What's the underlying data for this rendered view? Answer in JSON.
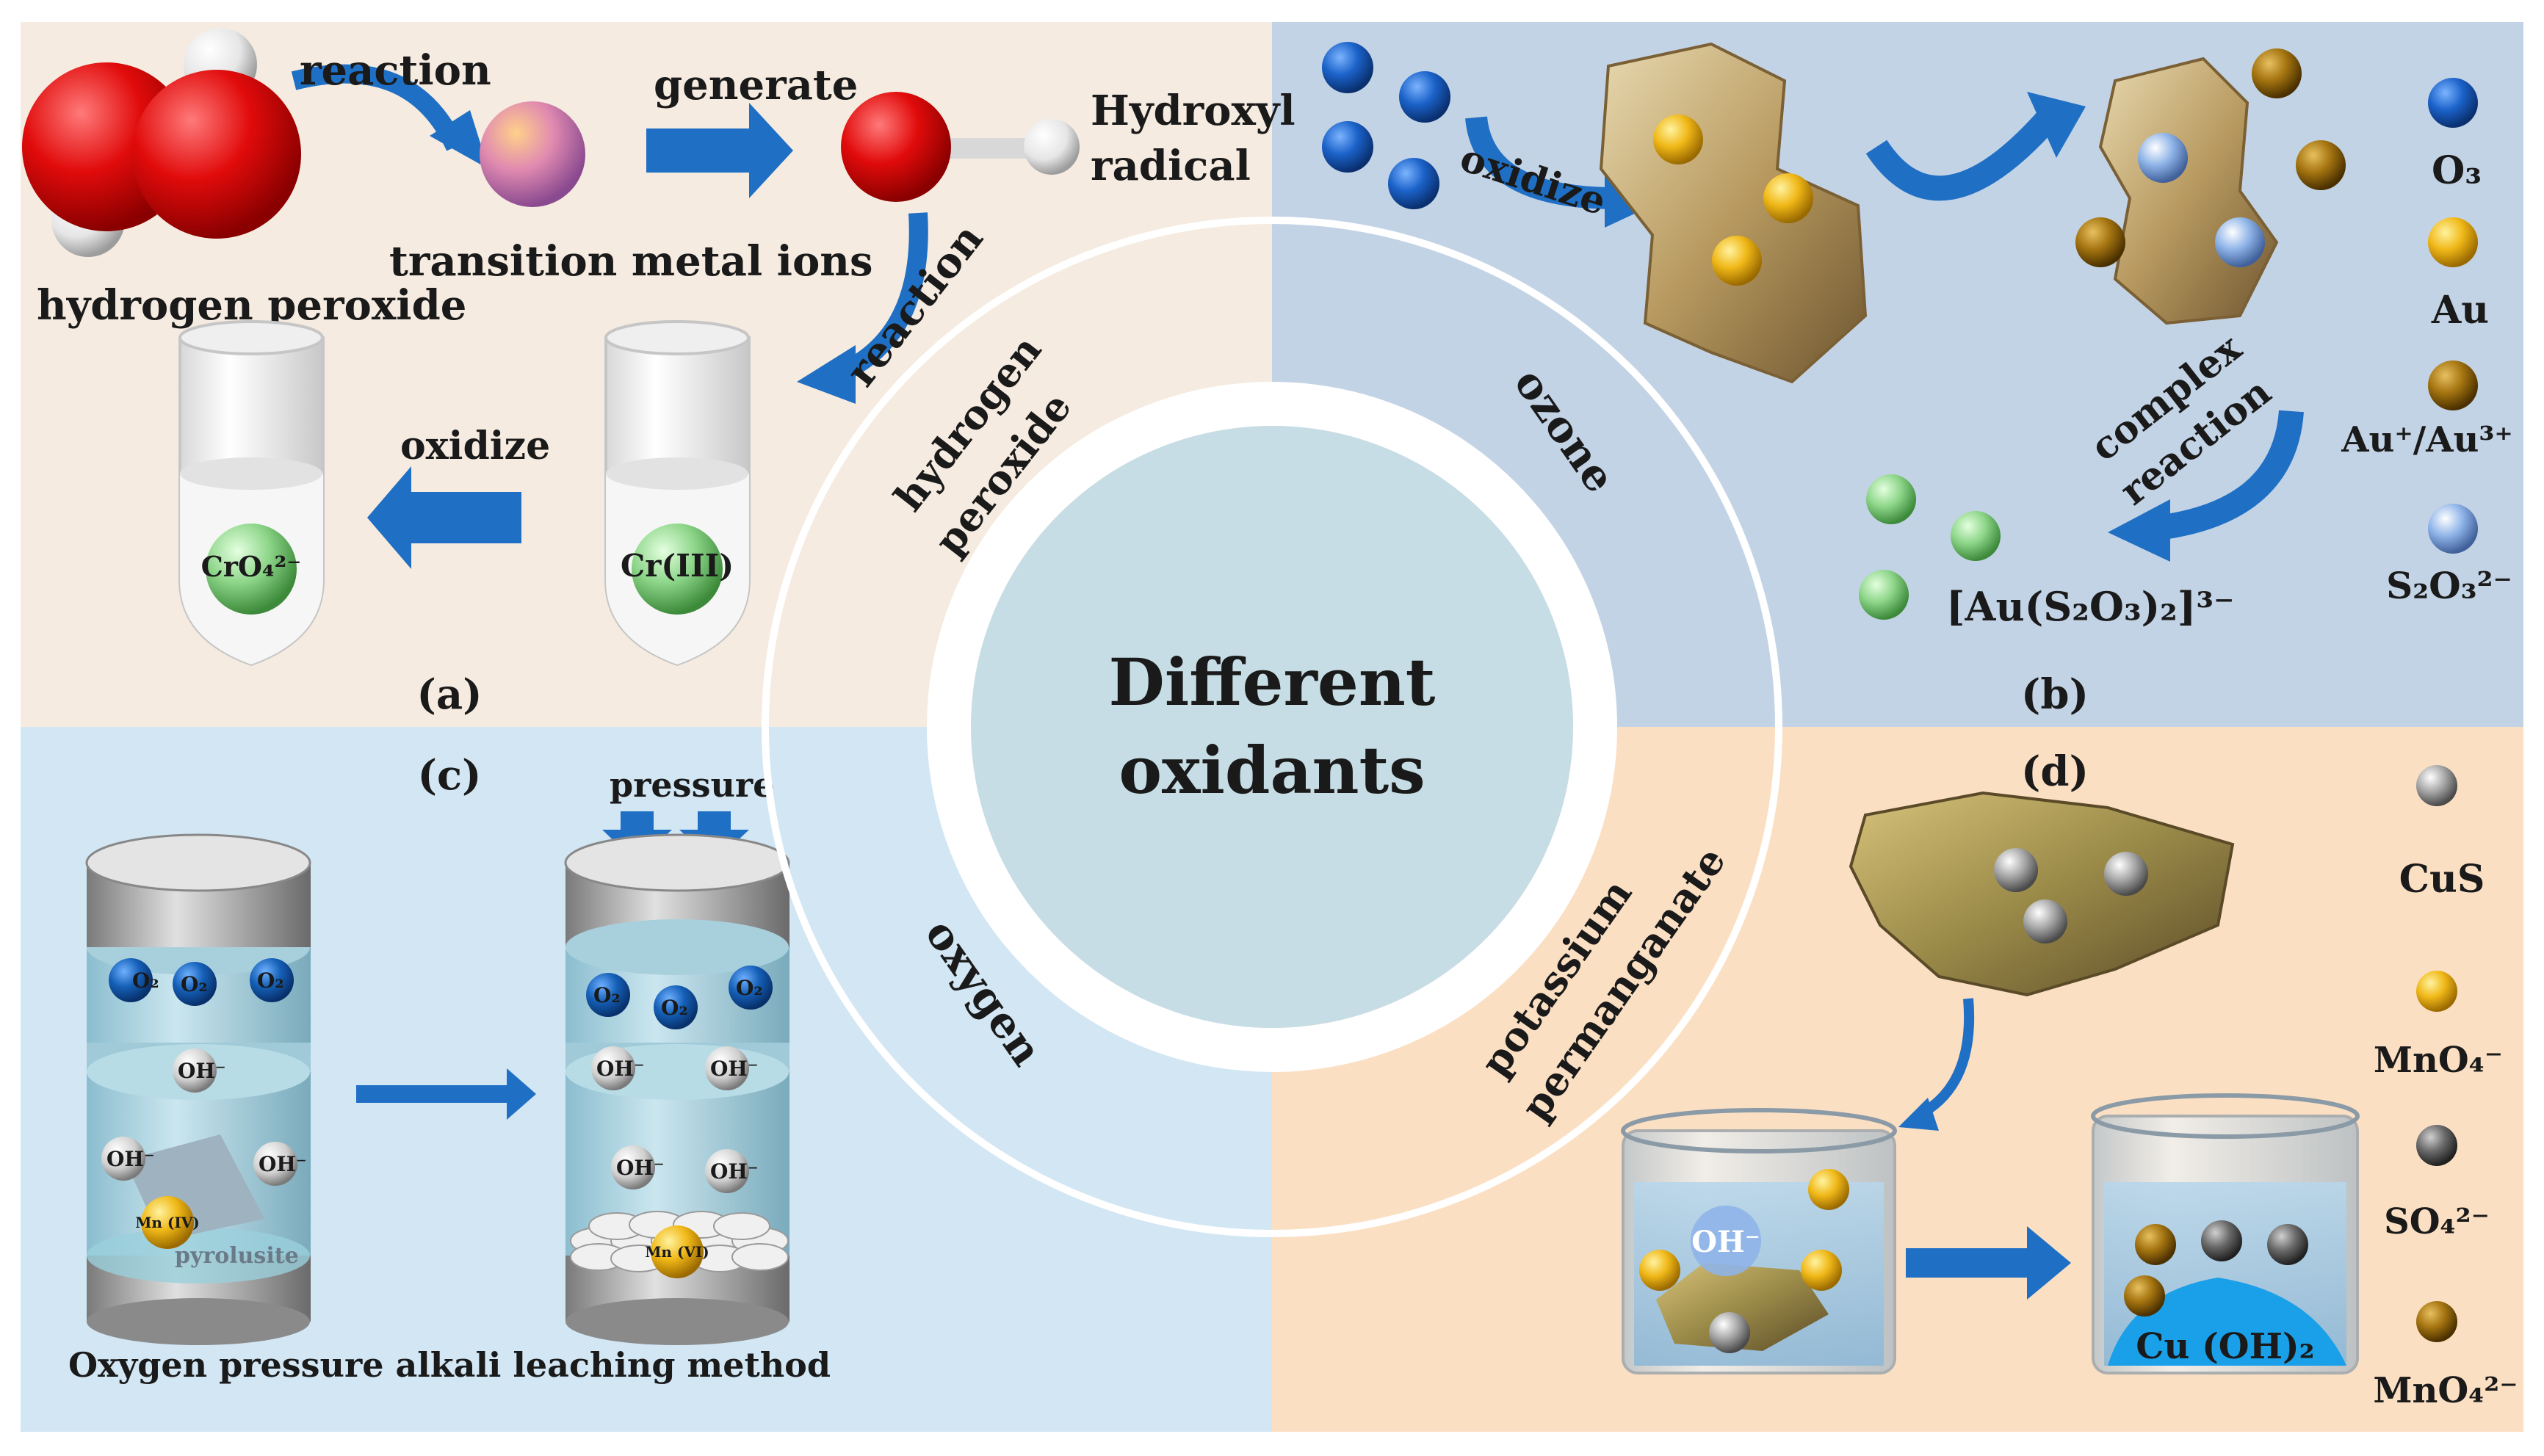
{
  "center": {
    "line1": "Different",
    "line2": "oxidants"
  },
  "ring_labels": {
    "hydrogen_peroxide_1": "hydrogen",
    "hydrogen_peroxide_2": "peroxide",
    "ozone": "ozone",
    "oxygen": "oxygen",
    "potassium_permanganate_1": "potassium",
    "potassium_permanganate_2": "permanganate"
  },
  "panel_a": {
    "label": "(a)",
    "reaction": "reaction",
    "generate": "generate",
    "hydroxyl_1": "Hydroxyl",
    "hydroxyl_2": "radical",
    "transition_metal_ions": "transition metal ions",
    "hydrogen_peroxide": "hydrogen peroxide",
    "reaction2": "reaction",
    "oxidize": "oxidize",
    "cro4": "CrO₄²⁻",
    "cr3": "Cr(III)"
  },
  "panel_b": {
    "label": "(b)",
    "oxidize": "oxidize",
    "complex": "complex",
    "reaction": "reaction",
    "complex_formula": "[Au(S₂O₃)₂]³⁻",
    "legend": [
      "O₃",
      "Au",
      "Au⁺/Au³⁺",
      "S₂O₃²⁻"
    ]
  },
  "panel_c": {
    "label": "(c)",
    "pressure": "pressure",
    "o2": "O₂",
    "oh": "OH⁻",
    "mn4": "Mn (IV)",
    "mn6": "Mn (VI)",
    "pyrolusite": "pyrolusite",
    "caption": "Oxygen pressure alkali leaching method"
  },
  "panel_d": {
    "label": "(d)",
    "oh": "OH⁻",
    "product": "Cu (OH)₂",
    "legend": [
      "CuS",
      "MnO₄⁻",
      "SO₄²⁻",
      "MnO₄²⁻"
    ]
  },
  "colors": {
    "panel_a_bg": "#f5ebe0",
    "panel_b_bg": "#c3d3e6",
    "panel_c_bg": "#d2e6f4",
    "panel_d_bg": "#fbdfc3",
    "arrow_blue": "#1f6fc4",
    "center_fill": "#c7dde5"
  }
}
